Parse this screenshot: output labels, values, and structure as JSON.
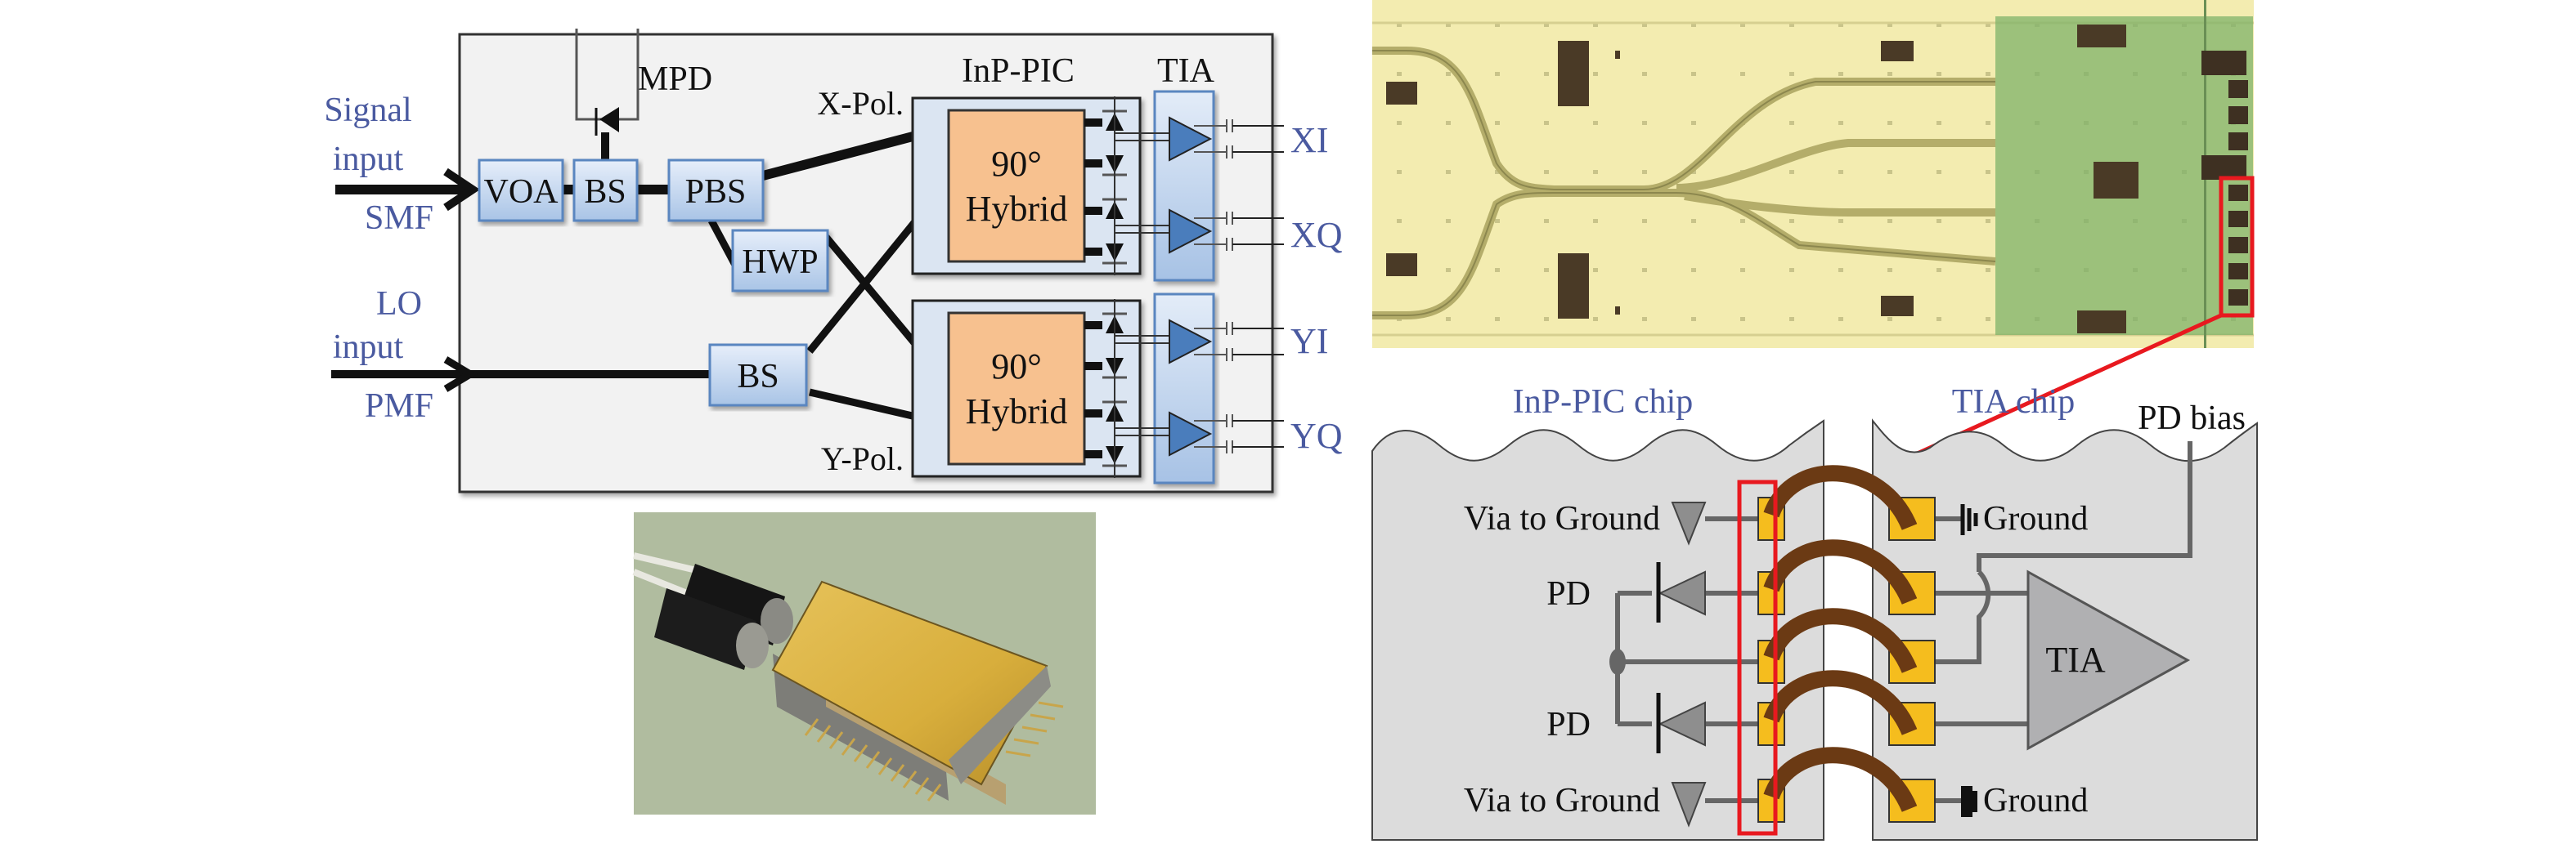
{
  "colors": {
    "label_blue": "#4a5aa0",
    "component_blue": "#a9c4e6",
    "hybrid_orange": "#f7c18f",
    "tia_triangle": "#4a7dbc",
    "bond_pad": "#f5bd1e",
    "bond_wire": "#6b3a14",
    "highlight_red": "#e8191f",
    "chip_gray": "#dcdcdc",
    "module_gray": "#f2f2f2"
  },
  "block_diagram": {
    "signal_input": {
      "line1": "Signal",
      "line2": "input",
      "fiber": "SMF"
    },
    "lo_input": {
      "line1": "LO",
      "line2": "input",
      "fiber": "PMF"
    },
    "components": {
      "voa": "VOA",
      "bs_signal": "BS",
      "pbs": "PBS",
      "hwp": "HWP",
      "bs_lo": "BS",
      "mpd": "MPD"
    },
    "section_labels": {
      "pic": "InP-PIC",
      "tia": "TIA"
    },
    "polarizations": {
      "x": "X-Pol.",
      "y": "Y-Pol."
    },
    "hybrid": {
      "line1": "90°",
      "line2": "Hybrid"
    },
    "outputs": [
      "XI",
      "XQ",
      "YI",
      "YQ"
    ]
  },
  "micrograph": {
    "description": "InP-PIC chip micrograph with TIA bond pads highlighted"
  },
  "photo": {
    "description": "Packaged coherent receiver module"
  },
  "bond_schematic": {
    "pic_chip_label": "InP-PIC chip",
    "tia_chip_label": "TIA chip",
    "pd_bias": "PD bias",
    "via_to_ground_top": "Via to Ground",
    "via_to_ground_bottom": "Via to Ground",
    "pd_top": "PD",
    "pd_bottom": "PD",
    "ground_top": "Ground",
    "ground_bottom": "Ground",
    "tia": "TIA"
  }
}
